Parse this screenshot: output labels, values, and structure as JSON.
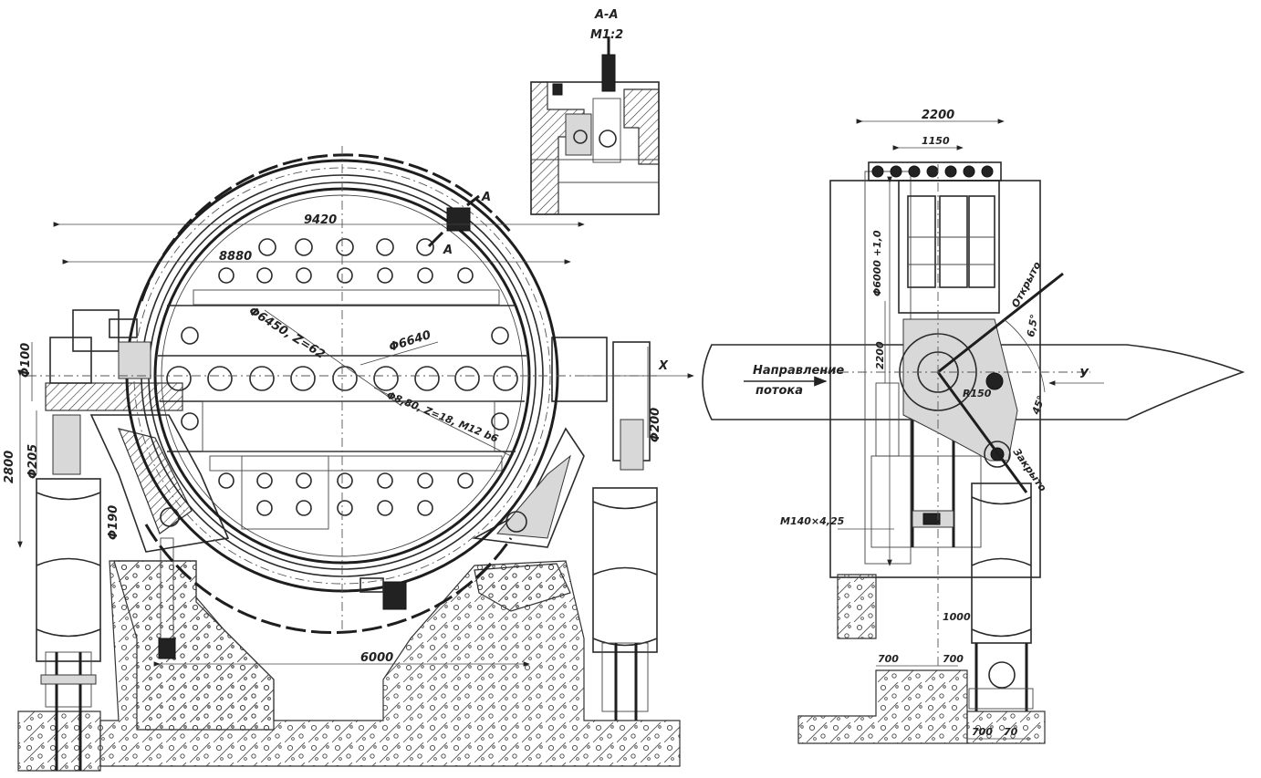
{
  "section": {
    "title": "А-А",
    "scale": "M1:2",
    "cut_mark": "А"
  },
  "front_view": {
    "dims": {
      "d9420": "9420",
      "d8880": "8880",
      "gear": "Φ6450, Z=62",
      "d6640": "Φ6640",
      "teeth": "Φ8,80, Z=18, M12 b6",
      "d100": "Φ100",
      "d200": "Φ200",
      "d205": "Φ205",
      "d190": "Φ190",
      "h2800": "2800",
      "w6000": "6000",
      "axis_x": "X"
    }
  },
  "side_view": {
    "dims": {
      "w2200": "2200",
      "w1150": "1150",
      "d6000": "Φ6000 +1,0",
      "h2200": "2200",
      "r150": "R150",
      "thread": "M140×4,25",
      "angle": "45°",
      "angle2": "6,5°",
      "w700a": "700",
      "w700b": "700",
      "w1000": "1000",
      "w700c": "700",
      "w70": "70",
      "axis_y": "У"
    },
    "labels": {
      "opened": "Открыто",
      "closed": "Закрыто",
      "flow_line1": "Направление",
      "flow_line2": "потока"
    }
  }
}
